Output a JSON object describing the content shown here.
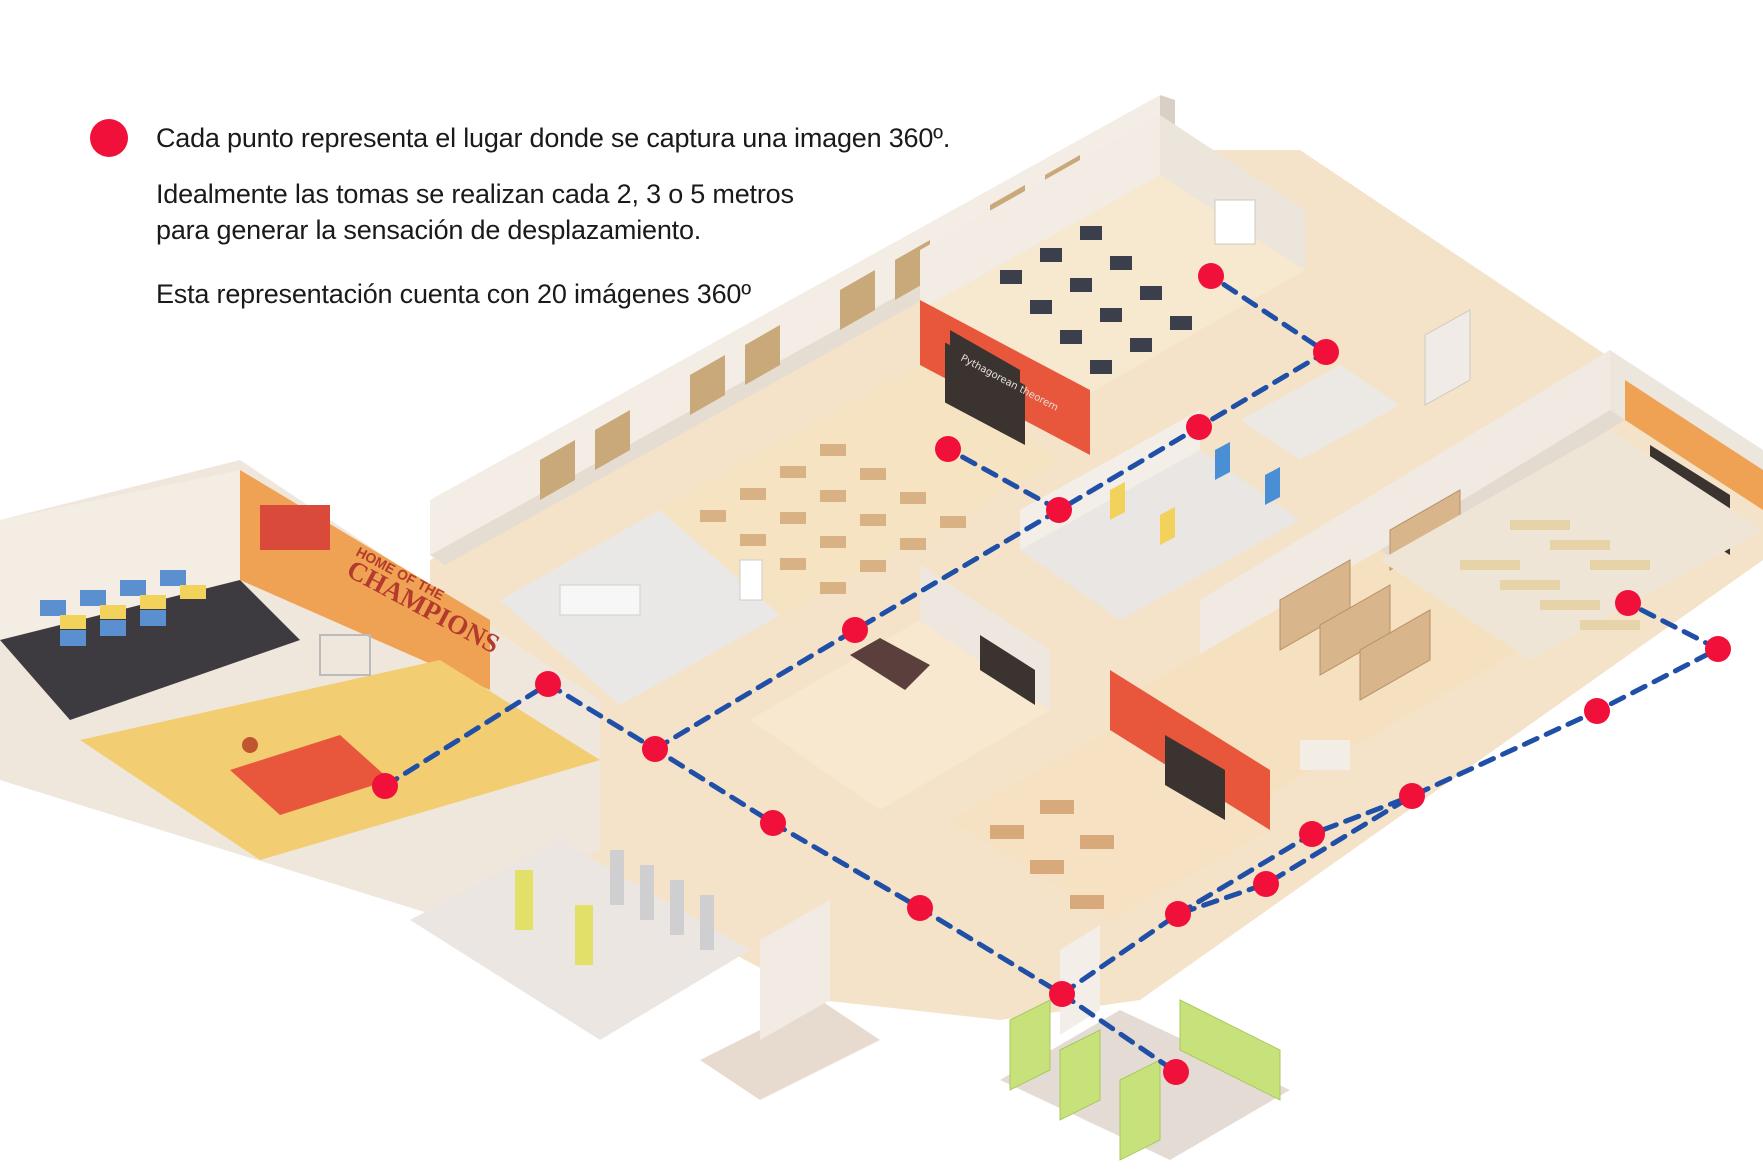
{
  "legend": {
    "dot_label": "Cada punto representa el lugar donde se captura una imagen 360º.",
    "line1": "Idealmente las tomas se realizan cada 2, 3 o 5 metros",
    "line2": "para generar la sensación de desplazamiento.",
    "line3": "Esta representación cuenta con 20 imágenes 360º"
  },
  "labels": {
    "banner_top": "HOME OF THE",
    "banner_main": "CHAMPIONS",
    "board_text": "Pythagorean theorem"
  },
  "colors": {
    "dot": "#f0103a",
    "path": "#1f4fa6",
    "floor": "#f3dfc2",
    "wall": "#f1ebe3",
    "accent_wall": "#e8573c",
    "court": "#f2cd72",
    "key": "#e8573c",
    "seat_blue": "#5a8fd0",
    "seat_yellow": "#f2d25a",
    "hedge": "#c7e27a"
  },
  "capture_points_count": 20
}
